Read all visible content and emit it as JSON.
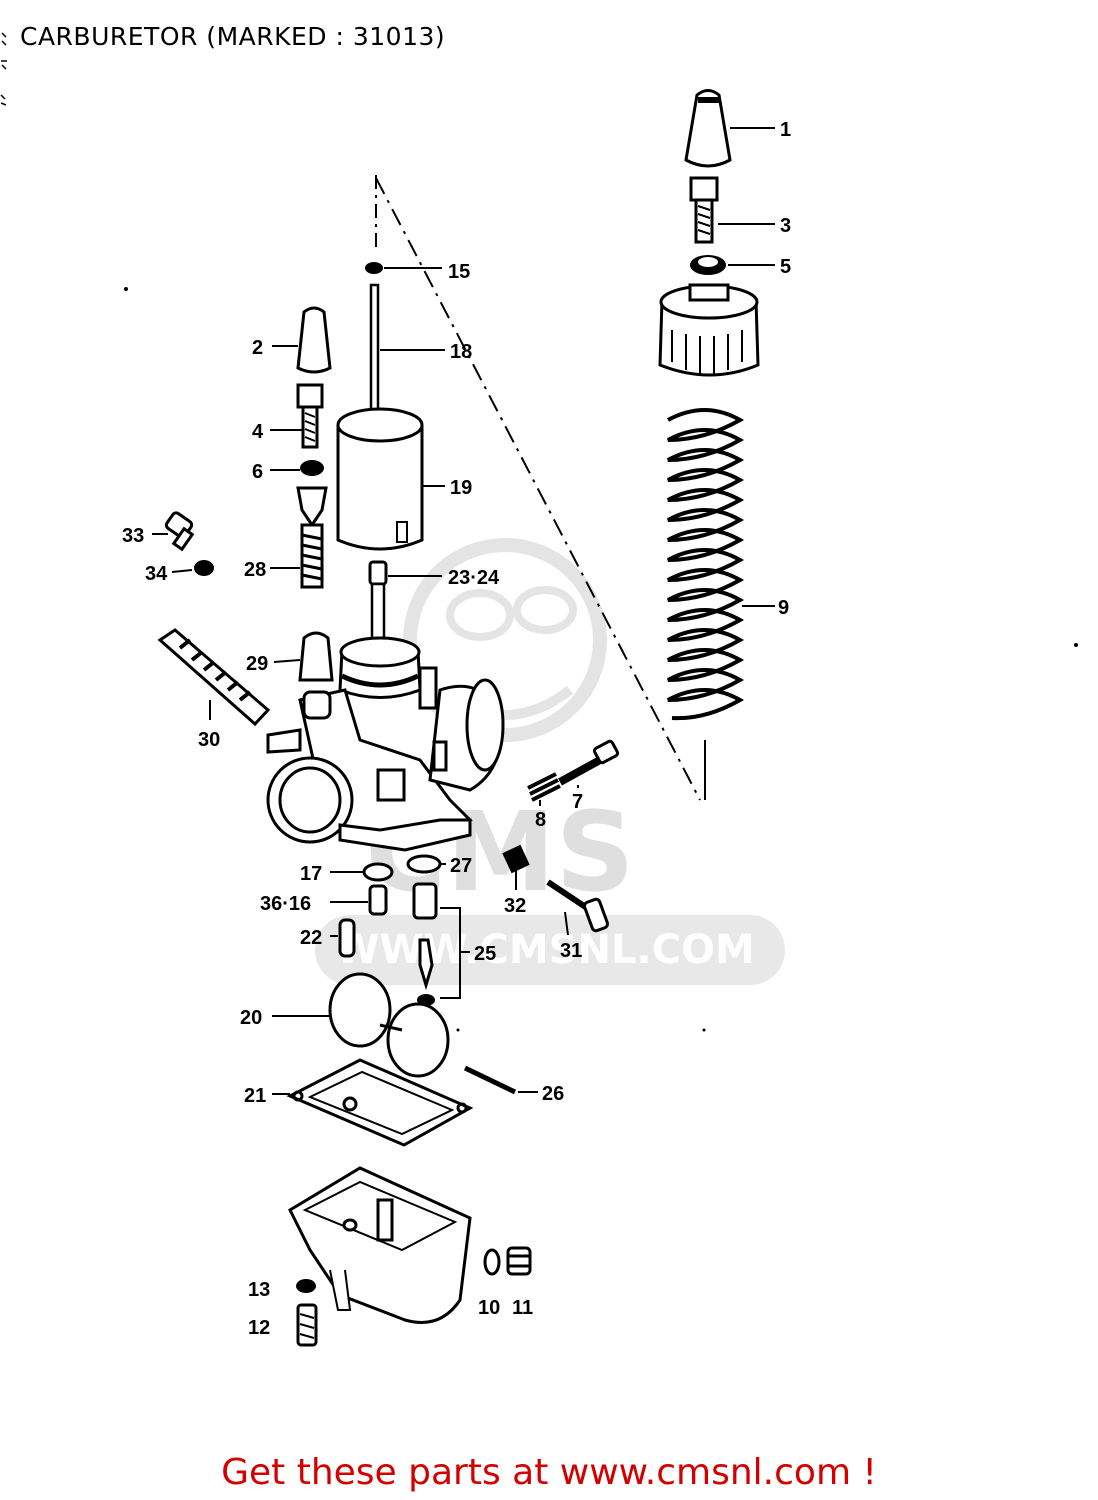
{
  "title": "CARBURETOR (MARKED : 31013)",
  "footer": {
    "text": "Get these parts at www.cmsnl.com !"
  },
  "watermark": {
    "brand": "CMS",
    "url": "WWW.CMSNL.COM"
  },
  "colors": {
    "ink": "#000000",
    "footer": "#d40000",
    "watermark": "#d9d9d9"
  },
  "callouts": {
    "c1": "1",
    "c2": "2",
    "c3": "3",
    "c4": "4",
    "c5": "5",
    "c6": "6",
    "c7": "7",
    "c8": "8",
    "c9": "9",
    "c10": "10",
    "c11": "11",
    "c12": "12",
    "c13": "13",
    "c15": "15",
    "c17": "17",
    "c18": "18",
    "c19": "19",
    "c20": "20",
    "c21": "21",
    "c22": "22",
    "c23_24": "23·24",
    "c25": "25",
    "c26": "26",
    "c27": "27",
    "c28": "28",
    "c29": "29",
    "c30": "30",
    "c31": "31",
    "c32": "32",
    "c33": "33",
    "c34": "34",
    "c36_16": "36·16"
  }
}
